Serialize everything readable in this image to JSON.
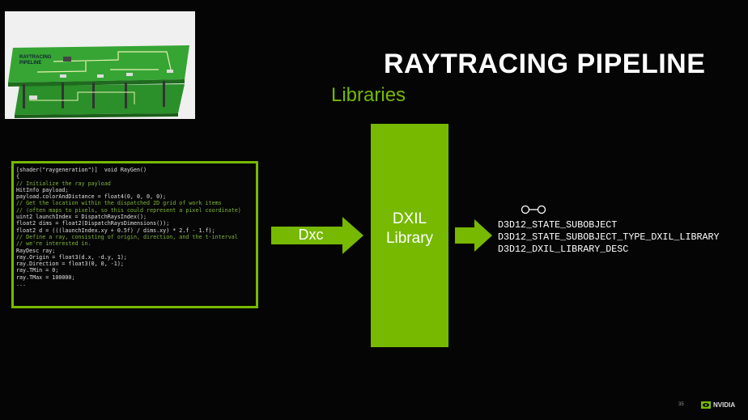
{
  "slide": {
    "title": "RAYTRACING PIPELINE",
    "subtitle": "Libraries",
    "page_number": "35",
    "brand": "NVIDIA",
    "accent_color": "#76b900"
  },
  "thumbnail": {
    "label_line1": "RAYTRACING",
    "label_line2": "PIPELINE",
    "board_color": "#2e9b2c"
  },
  "code": {
    "lines": [
      {
        "text": "[shader(\"raygeneration\")]  void RayGen()",
        "kind": "normal"
      },
      {
        "text": "{",
        "kind": "normal"
      },
      {
        "text": "// Initialize the ray payload",
        "kind": "comment"
      },
      {
        "text": "HitInfo payload;",
        "kind": "normal"
      },
      {
        "text": "payload.colorAndDistance = float4(0, 0, 0, 0);",
        "kind": "normal"
      },
      {
        "text": "// Get the location within the dispatched 2D grid of work items",
        "kind": "comment"
      },
      {
        "text": "// (often maps to pixels, so this could represent a pixel coordinate)",
        "kind": "comment"
      },
      {
        "text": "uint2 launchIndex = DispatchRaysIndex();",
        "kind": "normal"
      },
      {
        "text": "float2 dims = float2(DispatchRaysDimensions());",
        "kind": "normal"
      },
      {
        "text": "float2 d = (((launchIndex.xy + 0.5f) / dims.xy) * 2.f - 1.f);",
        "kind": "normal"
      },
      {
        "text": "",
        "kind": "normal"
      },
      {
        "text": "// Define a ray, consisting of origin, direction, and the t-interval",
        "kind": "comment"
      },
      {
        "text": "// we're interested in.",
        "kind": "comment"
      },
      {
        "text": "RayDesc ray;",
        "kind": "normal"
      },
      {
        "text": "ray.Origin = float3(d.x, -d.y, 1);",
        "kind": "normal"
      },
      {
        "text": "ray.Direction = float3(0, 0, -1);",
        "kind": "normal"
      },
      {
        "text": "ray.TMin = 0;",
        "kind": "normal"
      },
      {
        "text": "ray.TMax = 100000;",
        "kind": "normal"
      },
      {
        "text": "...",
        "kind": "normal"
      }
    ]
  },
  "flow": {
    "compiler_label": "Dxc",
    "library_line1": "DXIL",
    "library_line2": "Library"
  },
  "subobjects": [
    "D3D12_STATE_SUBOBJECT",
    "D3D12_STATE_SUBOBJECT_TYPE_DXIL_LIBRARY",
    "D3D12_DXIL_LIBRARY_DESC"
  ]
}
